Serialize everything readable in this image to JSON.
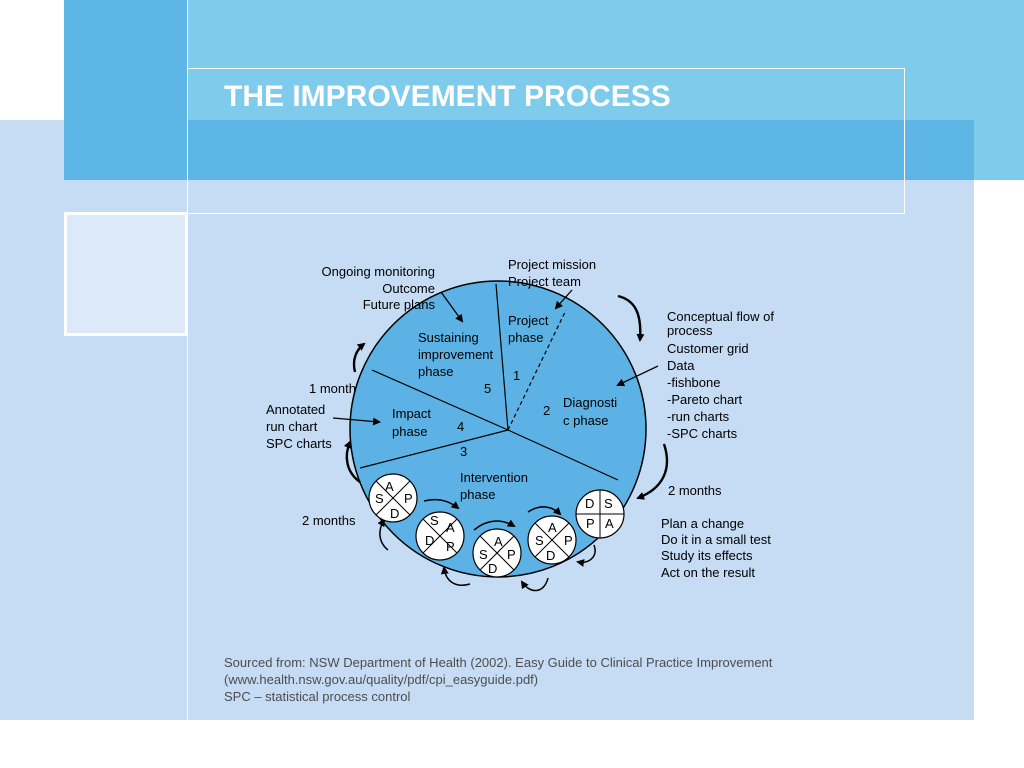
{
  "slide": {
    "title": "THE IMPROVEMENT PROCESS"
  },
  "colors": {
    "accent_blue": "#5db6e6",
    "light_blue": "#7ecbec",
    "panel_blue": "#c5dcf4",
    "circle_blue": "#5db2e5",
    "text_gray": "#4d4d4d"
  },
  "diagram": {
    "phases": {
      "project": [
        "Project",
        "phase"
      ],
      "sustaining": [
        "Sustaining",
        "improvement",
        "phase"
      ],
      "diagnostic": [
        "Diagnosti",
        "c phase"
      ],
      "impact": [
        "Impact",
        "phase"
      ],
      "intervention": [
        "Intervention",
        "phase"
      ]
    },
    "numbers": [
      "1",
      "2",
      "3",
      "4",
      "5"
    ],
    "notes": {
      "top_left": [
        "Ongoing monitoring",
        "Outcome",
        "Future plans"
      ],
      "top_right": [
        "Project mission",
        "Project team"
      ],
      "right": [
        "Conceptual flow of",
        "process",
        "Customer grid",
        "Data",
        "-fishbone",
        "-Pareto chart",
        "-run charts",
        "-SPC charts"
      ],
      "left_1_month": "1 month",
      "left": [
        "Annotated",
        "run chart",
        "SPC charts"
      ],
      "left_2_months": "2 months",
      "right_2_months": "2 months",
      "pdsa": [
        "Plan a change",
        "Do it in a small test",
        "Study its effects",
        "Act on the result"
      ]
    },
    "pdsa_letters": {
      "plan": "P",
      "do": "D",
      "study": "S",
      "act": "A"
    }
  },
  "source": {
    "line1": "Sourced from: NSW Department of Health (2002). Easy Guide to Clinical Practice Improvement",
    "line2": "(www.health.nsw.gov.au/quality/pdf/cpi_easyguide.pdf)",
    "line3": "SPC – statistical process control"
  }
}
